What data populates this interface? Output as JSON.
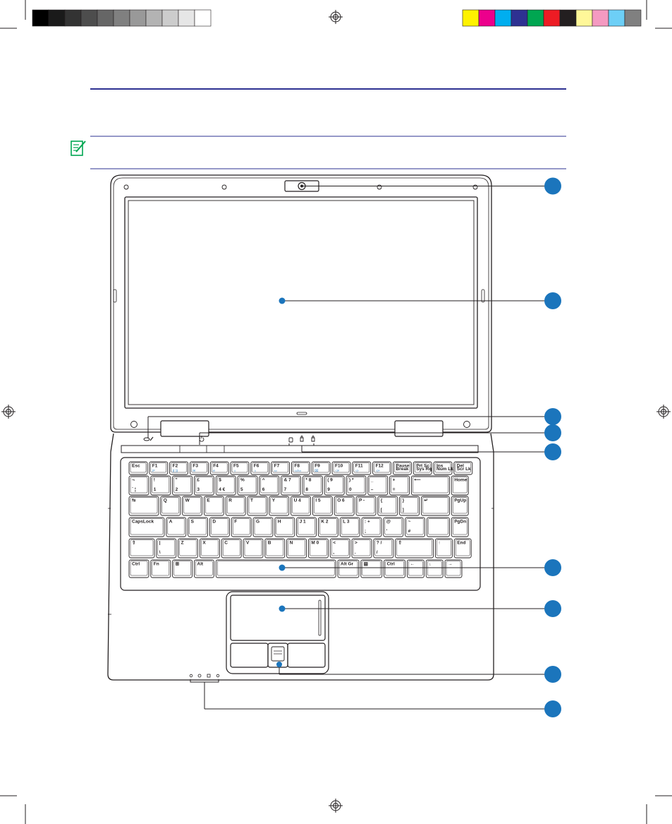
{
  "colors": {
    "accent": "#1b75bc",
    "rule": "#2e3192",
    "line": "#231f20",
    "note_icon": "#00a651"
  },
  "calibration_bar": {
    "grays": [
      "#000000",
      "#1a1a1a",
      "#333333",
      "#4d4d4d",
      "#666666",
      "#808080",
      "#999999",
      "#b3b3b3",
      "#cccccc",
      "#e6e6e6",
      "#ffffff"
    ],
    "colors": [
      "#fff200",
      "#ec008c",
      "#00aeef",
      "#2e3192",
      "#00a651",
      "#ed1c24",
      "#231f20",
      "#fff799",
      "#f49ac1",
      "#6dcff6",
      "#808080"
    ]
  },
  "note_icon": "note-pencil-icon",
  "keyboard": {
    "rows": [
      [
        {
          "l": "Esc",
          "w": 26
        },
        {
          "l": "F1",
          "w": 26,
          "s": "zᶻ"
        },
        {
          "l": "F2",
          "w": 26,
          "s": "((·))"
        },
        {
          "l": "F3",
          "w": 26,
          "s": "✉"
        },
        {
          "l": "F4",
          "w": 26,
          "s": "e"
        },
        {
          "l": "F5",
          "w": 26,
          "s": "☼"
        },
        {
          "l": "F6",
          "w": 26,
          "s": "☼"
        },
        {
          "l": "F7",
          "w": 26,
          "s": "▭"
        },
        {
          "l": "F8",
          "w": 26,
          "s": "▭/▭"
        },
        {
          "l": "F9",
          "w": 26,
          "s": "⌧"
        },
        {
          "l": "F10",
          "w": 26,
          "s": "◁×"
        },
        {
          "l": "F11",
          "w": 26,
          "s": "◁-"
        },
        {
          "l": "F12",
          "w": 26,
          "s": "◁+"
        },
        {
          "l": "Pause",
          "l2": "Break",
          "w": 26
        },
        {
          "l": "Prt Sc",
          "l2": "Sys Rq",
          "w": 26
        },
        {
          "l": "Ins",
          "l2": "Num Lk",
          "w": 26
        },
        {
          "l": "Del",
          "l2": "Scr Lk",
          "w": 26
        }
      ],
      [
        {
          "l": "¬",
          "l2": "` ¦",
          "w": 28
        },
        {
          "l": "!",
          "l2": "1",
          "w": 28
        },
        {
          "l": "\"",
          "l2": "2",
          "w": 28
        },
        {
          "l": "£",
          "l2": "3",
          "w": 28
        },
        {
          "l": "$",
          "l2": "4 €",
          "w": 28
        },
        {
          "l": "%",
          "l2": "5",
          "w": 28
        },
        {
          "l": "^",
          "l2": "6",
          "w": 28
        },
        {
          "l": "& 7",
          "l2": "7",
          "w": 28
        },
        {
          "l": "* 8",
          "l2": "8",
          "w": 28
        },
        {
          "l": "( 9",
          "l2": "9",
          "w": 28
        },
        {
          "l": ") *",
          "l2": "0",
          "w": 28
        },
        {
          "l": "_",
          "l2": "–",
          "w": 28
        },
        {
          "l": "+",
          "l2": "=",
          "w": 28
        },
        {
          "l": "⟵",
          "w": 54
        },
        {
          "l": "Home",
          "w": 24
        }
      ],
      [
        {
          "l": "⇆",
          "w": 42
        },
        {
          "l": "Q",
          "w": 28
        },
        {
          "l": "W",
          "w": 28
        },
        {
          "l": "E",
          "w": 28
        },
        {
          "l": "R",
          "w": 28
        },
        {
          "l": "T",
          "w": 28
        },
        {
          "l": "Y",
          "w": 28
        },
        {
          "l": "U 4",
          "w": 28
        },
        {
          "l": "I 5",
          "w": 28
        },
        {
          "l": "O 6",
          "w": 28
        },
        {
          "l": "P -",
          "w": 28
        },
        {
          "l": "{",
          "l2": "[",
          "w": 28
        },
        {
          "l": "}",
          "l2": "]",
          "w": 28
        },
        {
          "l": "↵",
          "w": 40
        },
        {
          "l": "PgUp",
          "w": 24
        }
      ],
      [
        {
          "l": "CapsLock",
          "w": 50
        },
        {
          "l": "A",
          "w": 28
        },
        {
          "l": "S",
          "w": 28
        },
        {
          "l": "D",
          "w": 28
        },
        {
          "l": "F",
          "w": 28
        },
        {
          "l": "G",
          "w": 28
        },
        {
          "l": "H",
          "w": 28
        },
        {
          "l": "J 1",
          "w": 28
        },
        {
          "l": "K 2",
          "w": 28
        },
        {
          "l": "L 3",
          "w": 28
        },
        {
          "l": ": +",
          "l2": ";",
          "w": 28
        },
        {
          "l": "@",
          "l2": "'",
          "w": 28
        },
        {
          "l": "~",
          "l2": "#",
          "w": 28
        },
        {
          "l": "",
          "w": 32
        },
        {
          "l": "PgDn",
          "w": 24
        }
      ],
      [
        {
          "l": "⇧",
          "w": 36
        },
        {
          "l": "|",
          "l2": "\\",
          "w": 28
        },
        {
          "l": "Z",
          "w": 28
        },
        {
          "l": "X",
          "w": 28
        },
        {
          "l": "C",
          "w": 28
        },
        {
          "l": "V",
          "w": 28
        },
        {
          "l": "B",
          "w": 28
        },
        {
          "l": "N",
          "w": 28
        },
        {
          "l": "M 0",
          "w": 28
        },
        {
          "l": "<",
          "l2": ",",
          "w": 28
        },
        {
          "l": ">",
          "l2": ".",
          "w": 28
        },
        {
          "l": "? /",
          "l2": "/",
          "w": 28
        },
        {
          "l": "⇧",
          "w": 54
        },
        {
          "l": "↑",
          "w": 24
        },
        {
          "l": "End",
          "w": 24
        }
      ],
      [
        {
          "l": "Ctrl",
          "w": 28
        },
        {
          "l": "Fn",
          "w": 28
        },
        {
          "l": "⊞",
          "w": 28
        },
        {
          "l": "Alt",
          "w": 28
        },
        {
          "l": "",
          "w": 170
        },
        {
          "l": "Alt Gr",
          "w": 30
        },
        {
          "l": "▤",
          "w": 30
        },
        {
          "l": "Ctrl",
          "w": 30
        },
        {
          "l": "←",
          "w": 24
        },
        {
          "l": "↓",
          "w": 24
        },
        {
          "l": "→",
          "w": 24
        }
      ]
    ]
  }
}
